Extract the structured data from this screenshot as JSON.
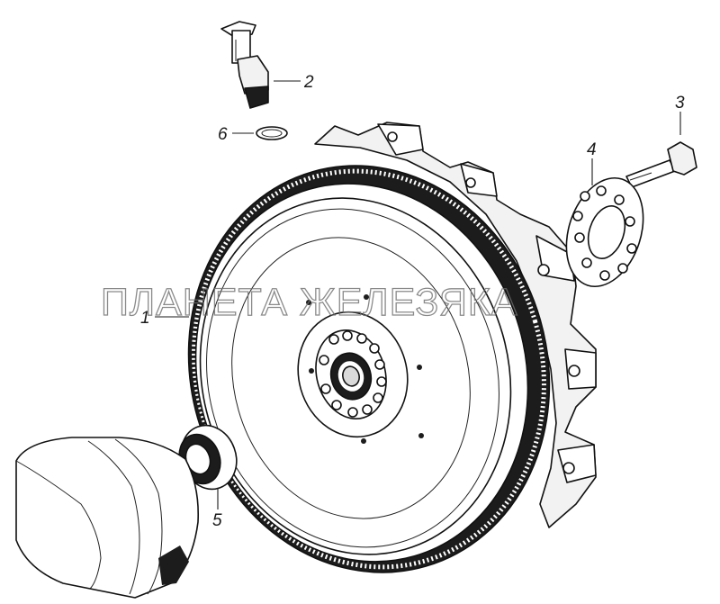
{
  "diagram": {
    "watermark_text": "ПЛАНЕТА ЖЕЛЕЗЯКА",
    "callouts": [
      {
        "id": "1",
        "label": "1"
      },
      {
        "id": "2",
        "label": "2"
      },
      {
        "id": "3",
        "label": "3"
      },
      {
        "id": "4",
        "label": "4"
      },
      {
        "id": "5",
        "label": "5"
      },
      {
        "id": "6",
        "label": "6"
      }
    ]
  }
}
